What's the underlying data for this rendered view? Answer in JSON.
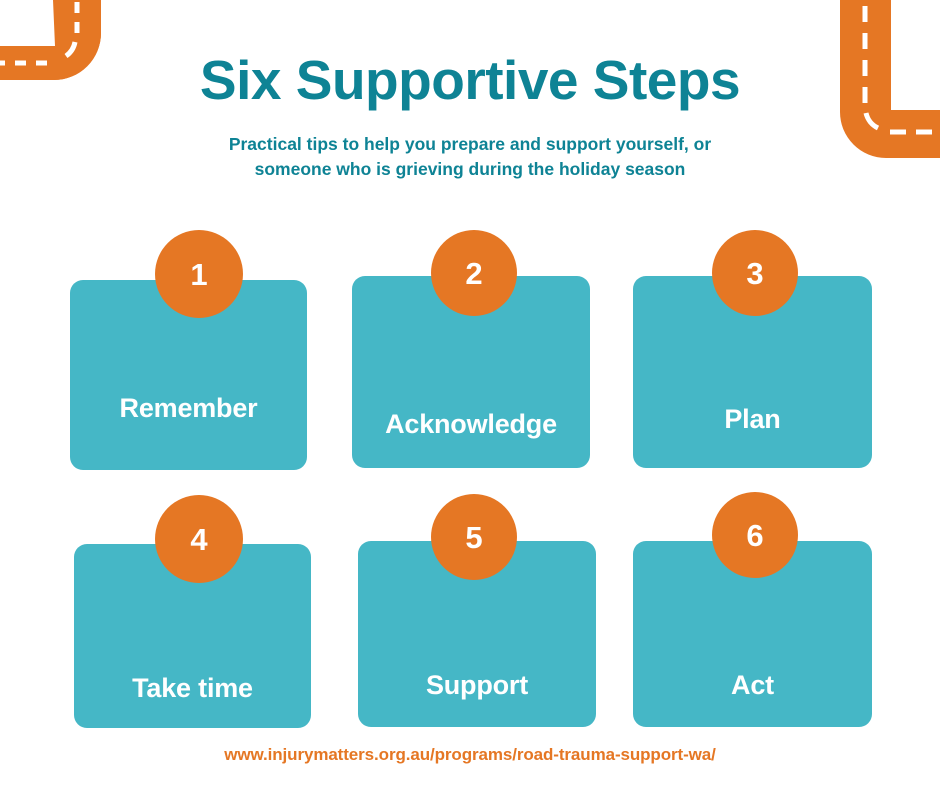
{
  "colors": {
    "background": "#ffffff",
    "title_teal": "#0e8395",
    "card_teal": "#45b7c6",
    "badge_orange": "#e57724",
    "road_orange": "#e57724",
    "text_white": "#ffffff"
  },
  "header": {
    "title": "Six Supportive Steps",
    "subtitle": "Practical tips to help you prepare and support yourself, or someone who is grieving during the holiday season",
    "subtitle_line_1": "Practical tips to help you prepare and support yourself, or",
    "subtitle_line_2": "someone who is grieving during the holiday season"
  },
  "steps": [
    {
      "number": "1",
      "label": "Remember"
    },
    {
      "number": "2",
      "label": "Acknowledge"
    },
    {
      "number": "3",
      "label": "Plan"
    },
    {
      "number": "4",
      "label": "Take time"
    },
    {
      "number": "5",
      "label": "Support"
    },
    {
      "number": "6",
      "label": "Act"
    }
  ],
  "footer": {
    "url": "www.injurymatters.org.au/programs/road-trauma-support-wa/"
  },
  "decorations": {
    "top_left": "road-corner-icon",
    "top_right": "road-corner-icon"
  }
}
